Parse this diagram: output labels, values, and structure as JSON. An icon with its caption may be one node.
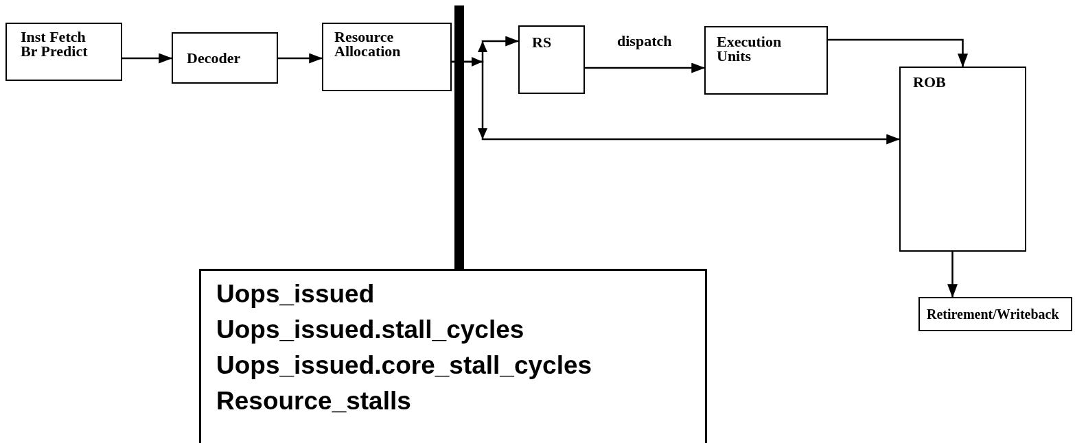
{
  "diagram": {
    "nodes": [
      {
        "text": [
          "Inst Fetch Br Predict"
        ]
      },
      {
        "text": [
          "Decoder"
        ]
      },
      {
        "text": [
          "Resource Allocation"
        ]
      },
      {
        "text": [
          "RS"
        ]
      },
      {
        "text": [
          "Execution Units"
        ]
      },
      {
        "text": [
          "ROB"
        ]
      },
      {
        "text": [
          "Retirement/Writeback"
        ]
      },
      {
        "text": [
          "Uops_issued",
          "Uops_issued.stall_cycles",
          "Uops_issued.core_stall_cycles",
          "Resource_stalls"
        ]
      }
    ],
    "edges": [
      {
        "from": 0,
        "to": 1,
        "arrow": "to"
      },
      {
        "from": 1,
        "to": 2,
        "arrow": "to"
      },
      {
        "from": 2,
        "to": 3,
        "arrow": "to"
      },
      {
        "from": 2,
        "to": 5,
        "arrow": "to"
      },
      {
        "from": 3,
        "to": 4,
        "arrow": "to",
        "label": "dispatch"
      },
      {
        "from": 4,
        "to": 5,
        "arrow": "to"
      },
      {
        "from": 5,
        "to": 6,
        "arrow": "to"
      },
      {
        "from": 7,
        "to": null,
        "arrow": "none",
        "style": "thick"
      }
    ]
  }
}
